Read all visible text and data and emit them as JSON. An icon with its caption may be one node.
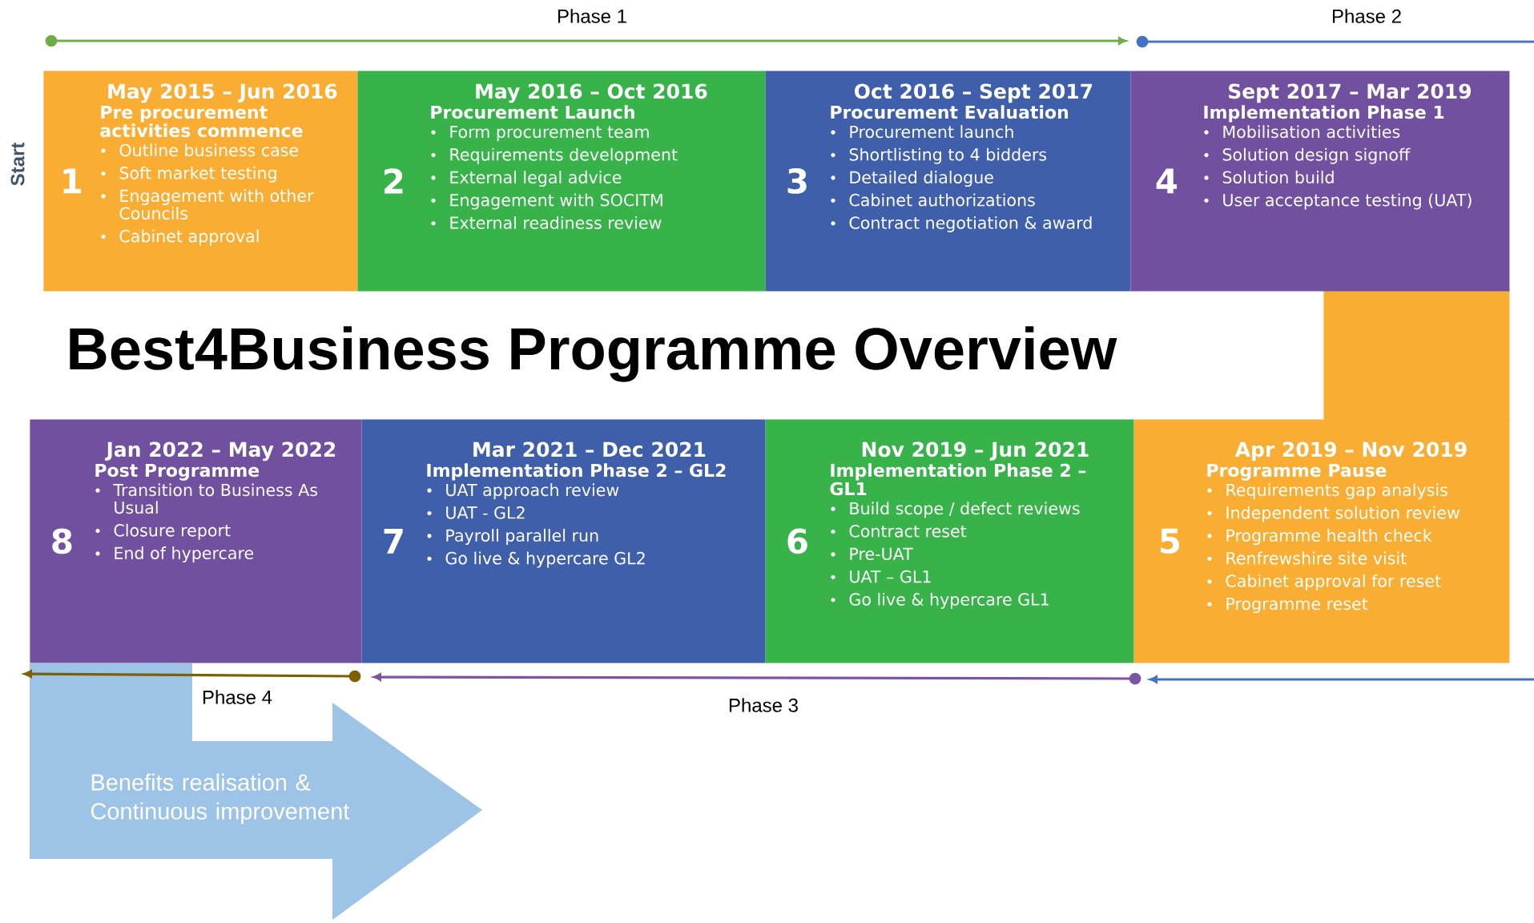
{
  "diagram": {
    "title": "Best4Business Programme Overview",
    "nodes": [
      {
        "text": [
          "1",
          "May 2015 – Jun 2016",
          "Pre procurement activities commence",
          "Outline business case",
          "Soft market testing",
          "Engagement with other Councils",
          "Cabinet approval"
        ]
      },
      {
        "text": [
          "2",
          "May 2016 – Oct 2016",
          "Procurement Launch",
          "Form procurement team",
          "Requirements development",
          "External legal advice",
          "Engagement with SOCITM",
          "External readiness review"
        ]
      },
      {
        "text": [
          "3",
          "Oct 2016 – Sept 2017",
          "Procurement Evaluation",
          "Procurement launch",
          "Shortlisting to 4 bidders",
          "Detailed dialogue",
          "Cabinet authorizations",
          "Contract negotiation & award"
        ]
      },
      {
        "text": [
          "4",
          "Sept 2017 – Mar 2019",
          "Implementation Phase 1",
          "Mobilisation activities",
          "Solution design signoff",
          "Solution build",
          "User acceptance testing (UAT)"
        ]
      },
      {
        "text": [
          "5",
          "Apr 2019 – Nov 2019",
          "Programme Pause",
          "Requirements gap analysis",
          "Independent solution review",
          "Programme health check",
          "Renfrewshire site visit",
          "Cabinet approval for reset",
          "Programme reset"
        ]
      },
      {
        "text": [
          "6",
          "Nov 2019 – Jun 2021",
          "Implementation Phase 2 – GL1",
          "Build scope / defect reviews",
          "Contract reset",
          "Pre-UAT",
          "UAT – GL1",
          "Go live & hypercare GL1"
        ]
      },
      {
        "text": [
          "7",
          "Mar 2021 – Dec 2021",
          "Implementation Phase 2 – GL2",
          "UAT approach review",
          "UAT - GL2",
          "Payroll parallel run",
          "Go live & hypercare GL2"
        ]
      },
      {
        "text": [
          "8",
          "Jan 2022 – May 2022",
          "Post Programme",
          "Transition to Business As Usual",
          "Closure report",
          "End of hypercare"
        ]
      },
      {
        "text": [
          "Benefits realisation & Continuous improvement"
        ]
      },
      {
        "text": [],
        "shape": "bar"
      }
    ],
    "labels": [
      "Phase 1",
      "Phase 2",
      "Start",
      "Phase 4",
      "Phase 3"
    ]
  }
}
